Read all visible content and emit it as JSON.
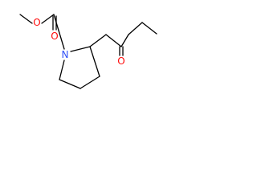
{
  "molecule": {
    "atoms": [
      {
        "id": "o-methoxy",
        "label": "O",
        "color": "#ff0d0d"
      },
      {
        "id": "o-carbonyl-ester",
        "label": "O",
        "color": "#ff0d0d"
      },
      {
        "id": "n-ring",
        "label": "N",
        "color": "#3050f8"
      },
      {
        "id": "o-ketone",
        "label": "O",
        "color": "#ff0d0d"
      }
    ],
    "bond_color": "#000000",
    "background": "#ffffff"
  }
}
